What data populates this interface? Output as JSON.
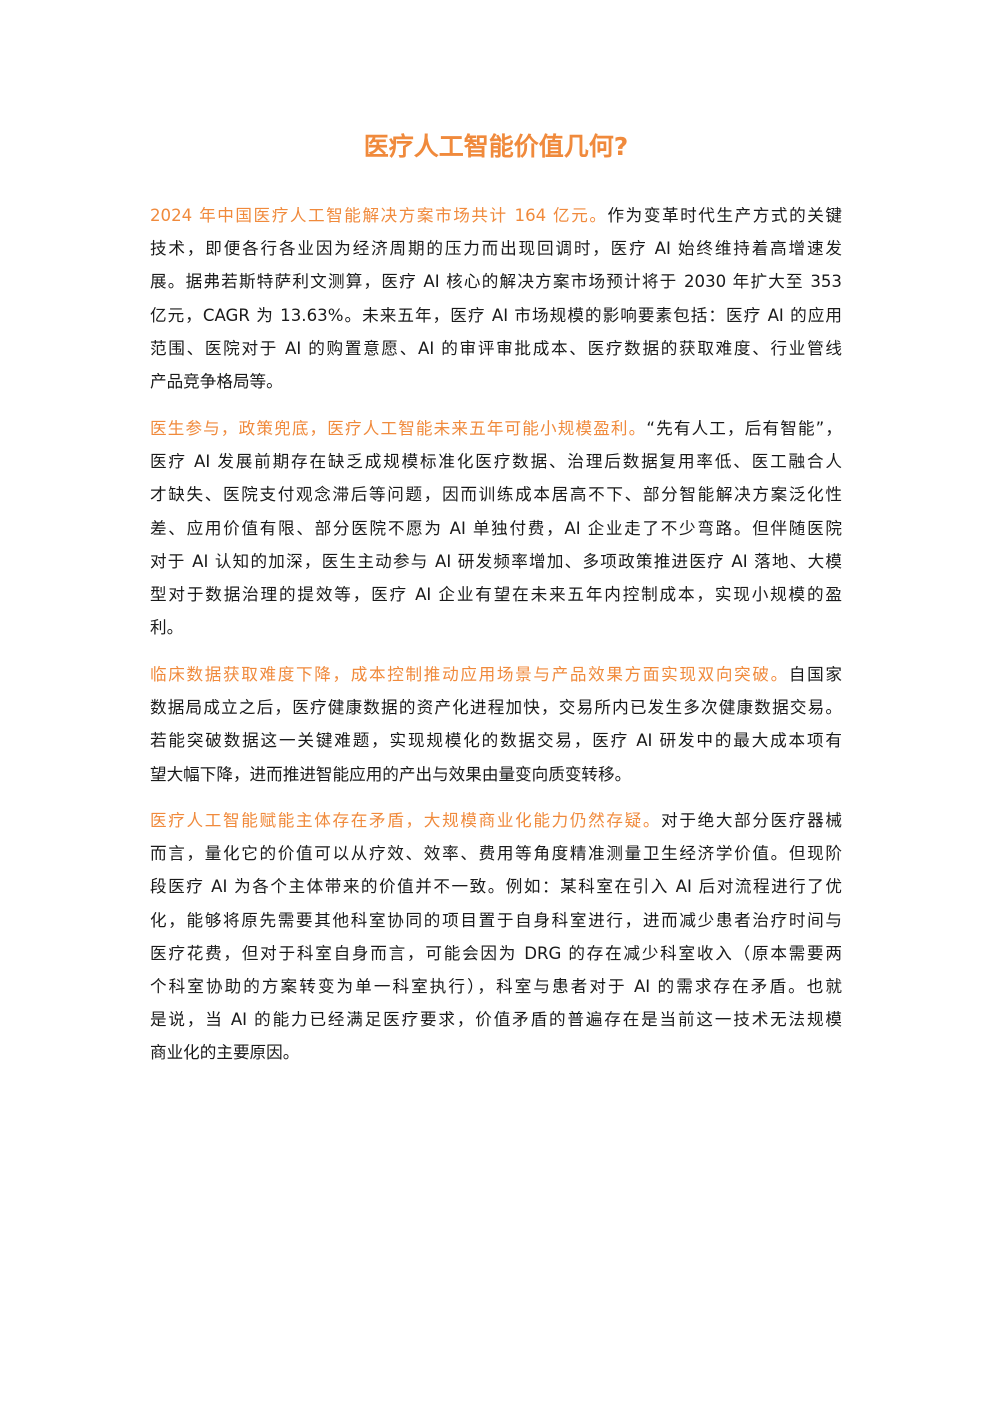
{
  "title": "医疗人工智能价值几何?",
  "accent_color": "#f08a3c",
  "paragraphs": [
    {
      "lines": [
        {
          "hl": "2024 年中国医疗人工智能解决方案市场共计 164 亿元。",
          "text": "作为变革时代生产方式的关键"
        },
        {
          "hl": "",
          "text": "技术，即便各行各业因为经济周期的压力而出现回调时，医疗 AI 始终维持着高增速发"
        },
        {
          "hl": "",
          "text": "展。据弗若斯特萨利文测算，医疗 AI 核心的解决方案市场预计将于 2030 年扩大至 353"
        },
        {
          "hl": "",
          "text": "亿元，CAGR 为 13.63%。未来五年，医疗 AI 市场规模的影响要素包括：医疗 AI 的应用"
        },
        {
          "hl": "",
          "text": "范围、医院对于 AI 的购置意愿、AI 的审评审批成本、医疗数据的获取难度、行业管线"
        },
        {
          "hl": "",
          "text": "产品竞争格局等。"
        }
      ]
    },
    {
      "lines": [
        {
          "hl": "医生参与，政策兜底，医疗人工智能未来五年可能小规模盈利。",
          "text": "“先有人工，后有智能”，"
        },
        {
          "hl": "",
          "text": "医疗 AI 发展前期存在缺乏成规模标准化医疗数据、治理后数据复用率低、医工融合人"
        },
        {
          "hl": "",
          "text": "才缺失、医院支付观念滞后等问题，因而训练成本居高不下、部分智能解决方案泛化性"
        },
        {
          "hl": "",
          "text": "差、应用价值有限、部分医院不愿为 AI 单独付费，AI 企业走了不少弯路。但伴随医院"
        },
        {
          "hl": "",
          "text": "对于 AI 认知的加深，医生主动参与 AI 研发频率增加、多项政策推进医疗 AI 落地、大模"
        },
        {
          "hl": "",
          "text": "型对于数据治理的提效等，医疗 AI 企业有望在未来五年内控制成本，实现小规模的盈"
        },
        {
          "hl": "",
          "text": "利。"
        }
      ]
    },
    {
      "lines": [
        {
          "hl": "临床数据获取难度下降，成本控制推动应用场景与产品效果方面实现双向突破。",
          "text": "自国家"
        },
        {
          "hl": "",
          "text": "数据局成立之后，医疗健康数据的资产化进程加快，交易所内已发生多次健康数据交易。"
        },
        {
          "hl": "",
          "text": "若能突破数据这一关键难题，实现规模化的数据交易，医疗 AI 研发中的最大成本项有"
        },
        {
          "hl": "",
          "text": "望大幅下降，进而推进智能应用的产出与效果由量变向质变转移。"
        }
      ]
    },
    {
      "lines": [
        {
          "hl": "医疗人工智能赋能主体存在矛盾，大规模商业化能力仍然存疑。",
          "text": "对于绝大部分医疗器械"
        },
        {
          "hl": "",
          "text": "而言，量化它的价值可以从疗效、效率、费用等角度精准测量卫生经济学价值。但现阶"
        },
        {
          "hl": "",
          "text": "段医疗 AI 为各个主体带来的价值并不一致。例如：某科室在引入 AI 后对流程进行了优"
        },
        {
          "hl": "",
          "text": "化，能够将原先需要其他科室协同的项目置于自身科室进行，进而减少患者治疗时间与"
        },
        {
          "hl": "",
          "text": "医疗花费，但对于科室自身而言，可能会因为 DRG 的存在减少科室收入（原本需要两"
        },
        {
          "hl": "",
          "text": "个科室协助的方案转变为单一科室执行），科室与患者对于 AI 的需求存在矛盾。也就"
        },
        {
          "hl": "",
          "text": "是说，当 AI 的能力已经满足医疗要求，价值矛盾的普遍存在是当前这一技术无法规模"
        },
        {
          "hl": "",
          "text": "商业化的主要原因。"
        }
      ]
    }
  ]
}
